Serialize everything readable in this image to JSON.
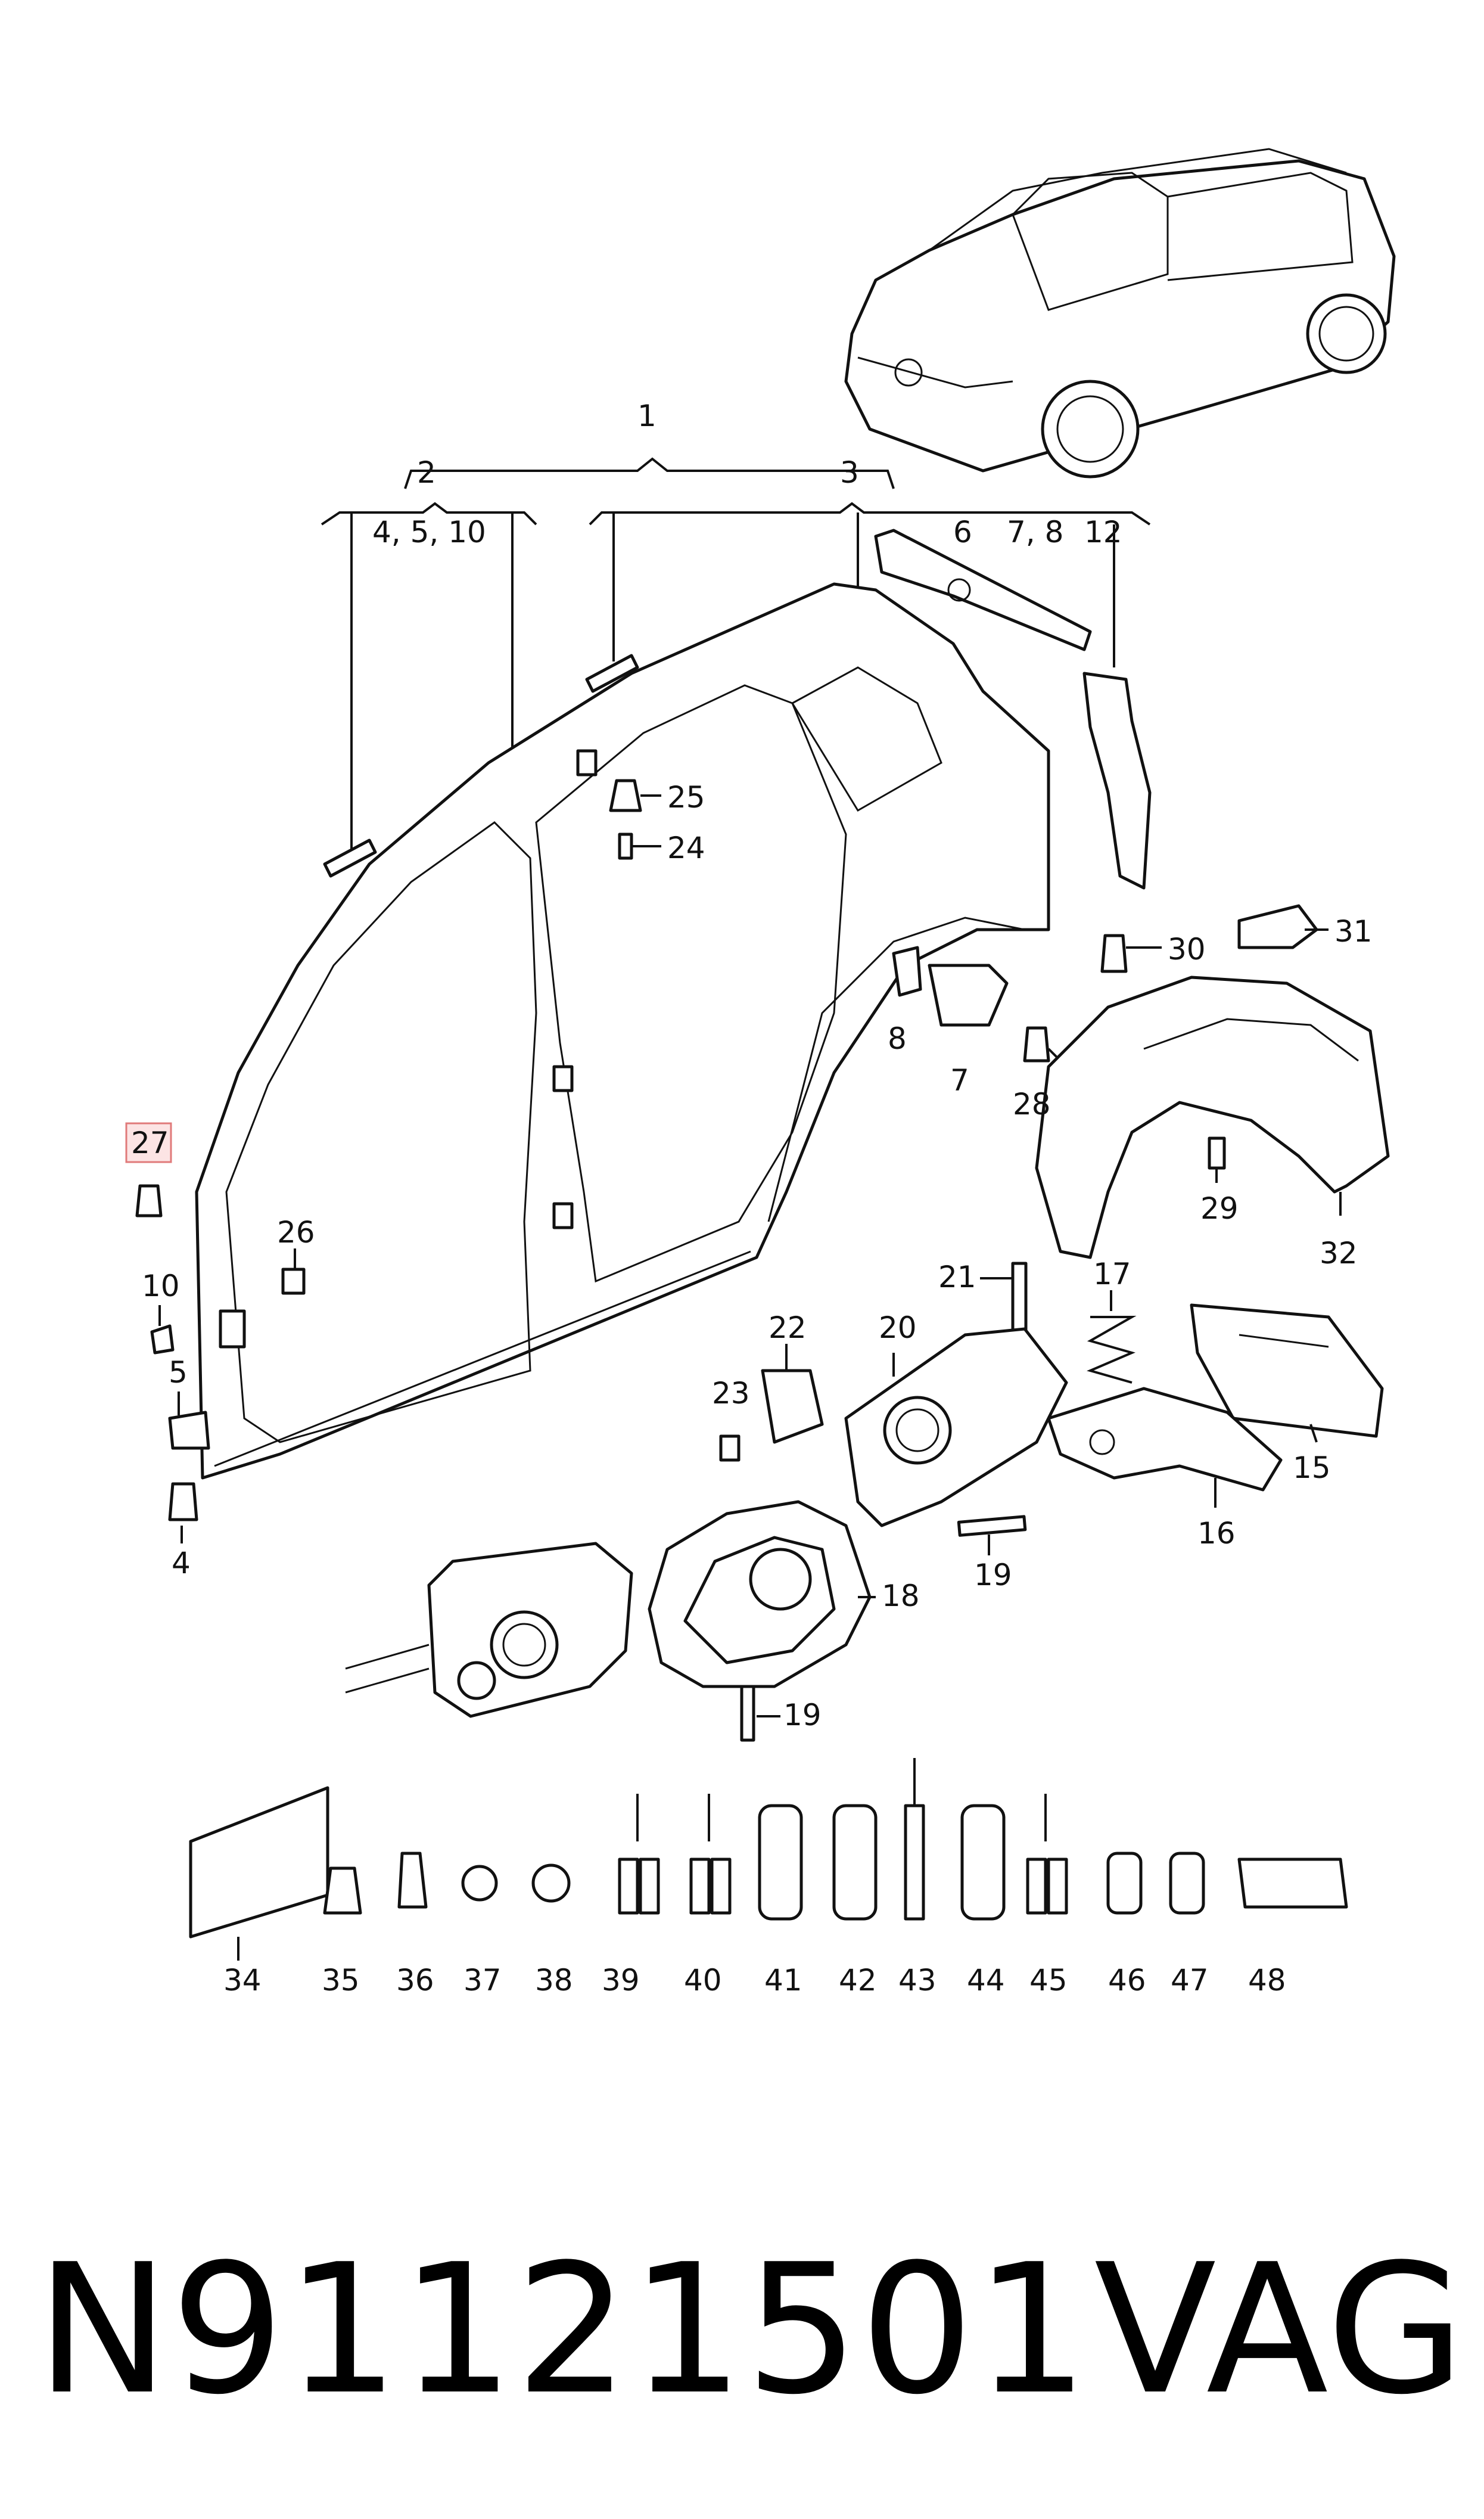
{
  "callouts": {
    "c1": "1",
    "c2": "2",
    "c3": "3",
    "c4510": "4, 5, 10",
    "c6": "6",
    "c78": "7, 8",
    "c12": "12",
    "c25": "25",
    "c24": "24",
    "c30": "30",
    "c31": "31",
    "c8": "8",
    "c7": "7",
    "c28": "28",
    "c29": "29",
    "c32": "32",
    "c27": "27",
    "c26": "26",
    "c10": "10",
    "c5": "5",
    "c4": "4",
    "c21": "21",
    "c17": "17",
    "c22": "22",
    "c20": "20",
    "c23": "23",
    "c15": "15",
    "c16": "16",
    "c19a": "19",
    "c18": "18",
    "c19b": "19",
    "b34": "34",
    "b35": "35",
    "b36": "36",
    "b37": "37",
    "b38": "38",
    "b39": "39",
    "b40": "40",
    "b41": "41",
    "b42": "42",
    "b43": "43",
    "b44": "44",
    "b45": "45",
    "b46": "46",
    "b47": "47",
    "b48": "48"
  },
  "footer": {
    "part_number": "N91121501",
    "brand": "VAG"
  },
  "colors": {
    "highlight_fill": "#fce4e4",
    "highlight_border": "#e07a7a",
    "ink": "#111111"
  }
}
